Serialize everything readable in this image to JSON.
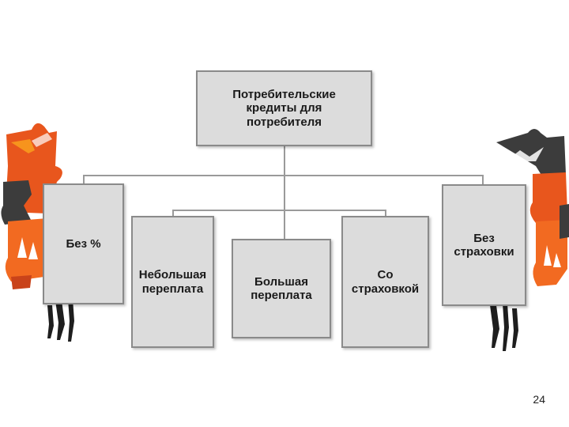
{
  "diagram": {
    "root": {
      "label": "Потребительские\nкредиты для\nпотребителя"
    },
    "outer_left": {
      "label": "Без %"
    },
    "inner_left": {
      "label": "Небольшая\nпереплата"
    },
    "center": {
      "label": "Большая\nпереплата"
    },
    "inner_right": {
      "label": "Со\nстраховкой"
    },
    "outer_right": {
      "label": "Без\nстраховки"
    }
  },
  "decorations": {
    "left": "puzzle-people-illustration",
    "right": "puzzle-people-illustration"
  },
  "colors": {
    "box_fill": "#dcdcdc",
    "box_border": "#8a8a8a",
    "connector": "#9a9a9a",
    "puzzle_orange": "#e8561d",
    "puzzle_dark": "#3c3c3c"
  },
  "page": {
    "number": "24"
  }
}
